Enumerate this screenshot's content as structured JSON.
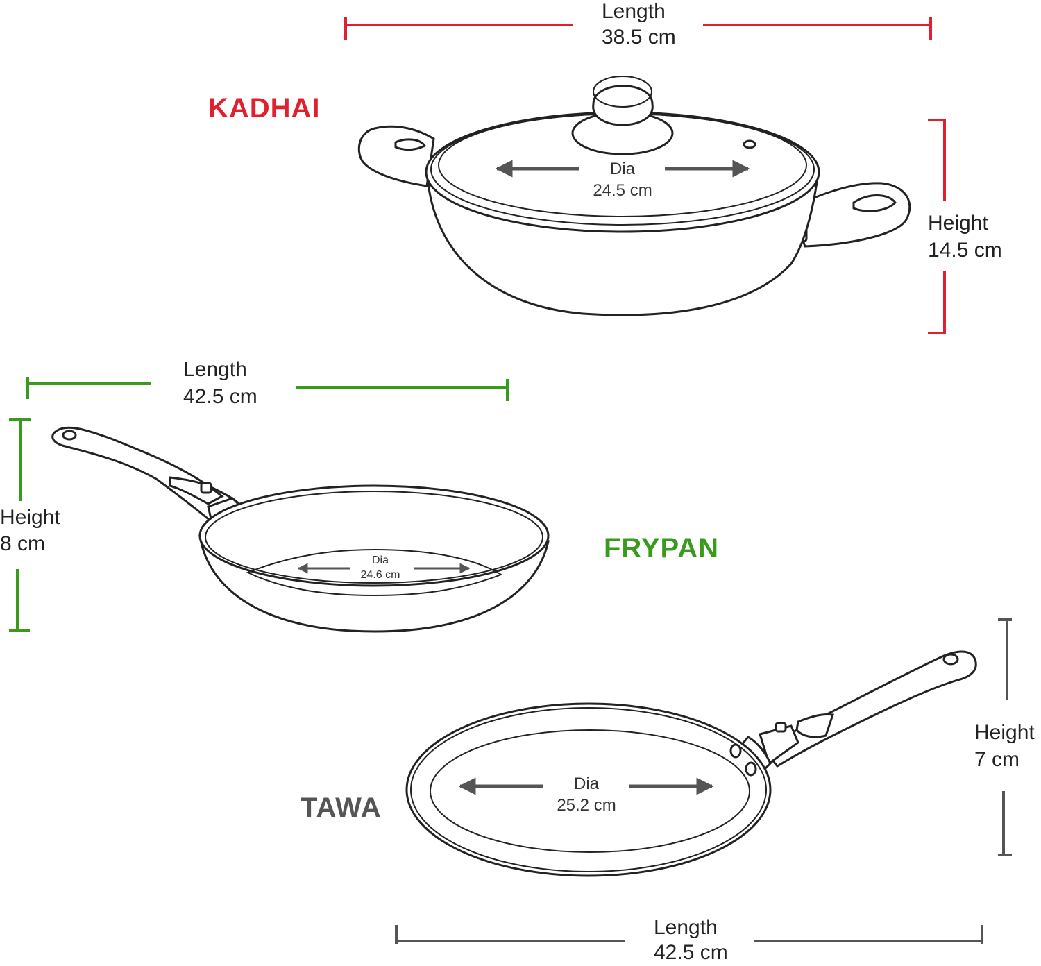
{
  "colors": {
    "kadhai": "#e0202f",
    "frypan": "#3a9a1e",
    "tawa": "#555555",
    "outline": "#222222"
  },
  "kadhai": {
    "title": "KADHAI",
    "length_label": "Length",
    "length_value": "38.5 cm",
    "height_label": "Height",
    "height_value": "14.5 cm",
    "dia_label": "Dia",
    "dia_value": "24.5 cm"
  },
  "frypan": {
    "title": "FRYPAN",
    "length_label": "Length",
    "length_value": "42.5 cm",
    "height_label": "Height",
    "height_value": "8 cm",
    "dia_label": "Dia",
    "dia_value": "24.6 cm"
  },
  "tawa": {
    "title": "TAWA",
    "length_label": "Length",
    "length_value": "42.5 cm",
    "height_label": "Height",
    "height_value": "7 cm",
    "dia_label": "Dia",
    "dia_value": "25.2 cm"
  }
}
